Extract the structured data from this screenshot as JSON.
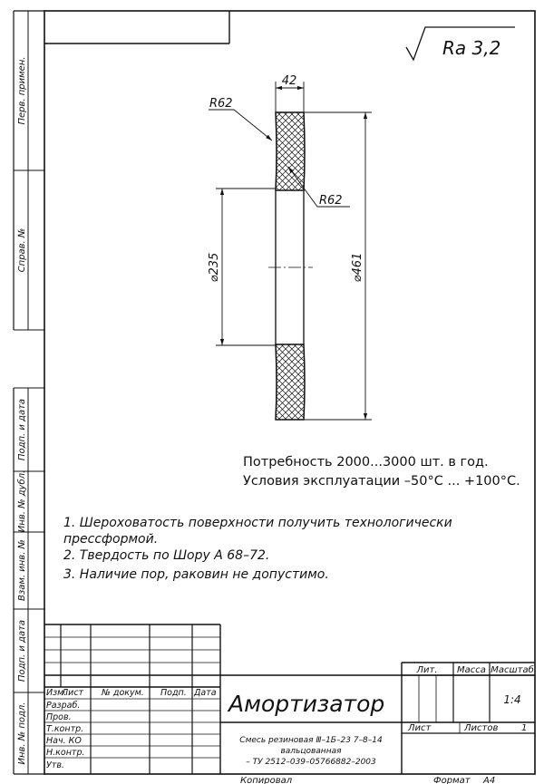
{
  "roughness": "Ra 3,2",
  "dims": {
    "width": "42",
    "radius_top": "R62",
    "radius_side": "R62",
    "inner_dia": "⌀235",
    "outer_dia": "⌀461"
  },
  "requirements": [
    "Потребность 2000...3000 шт. в год.",
    "Условия эксплуатации –50°С ... +100°С."
  ],
  "notes": [
    "1. Шероховатость поверхности получить технологически",
    "прессформой.",
    "2. Твердость по Шору А 68–72.",
    "3. Наличие пор, раковин не допустимо."
  ],
  "side_stamp": {
    "perv_primen": "Перв. примен.",
    "sprav_no": "Справ. №",
    "podp_data_1": "Подп. и дата",
    "inv_dubl": "Инв. № дубл.",
    "vzam_inv": "Взам. инв. №",
    "podp_data_2": "Подп. и дата",
    "inv_podl": "Инв. № подл."
  },
  "title_block": {
    "col_izm": "Изм.",
    "col_list": "Лист",
    "col_dokum": "№ докум.",
    "col_podp": "Подп.",
    "col_data": "Дата",
    "razrab": "Разраб.",
    "prov": "Пров.",
    "tkontr": "Т.контр.",
    "nach_ko": "Нач. КО",
    "nkontr": "Н.контр.",
    "utv": "Утв.",
    "name": "Амортизатор",
    "material_1": "Смесь резиновая Ⅲ–1Б–23 7–8–14",
    "material_2": "вальцованная",
    "material_3": "– ТУ 2512–039–05766882–2003",
    "lit": "Лит.",
    "massa": "Масса",
    "masshtab": "Масштаб",
    "scale_value": "1:4",
    "list": "Лист",
    "listov": "Листов",
    "listov_value": "1"
  },
  "footer": {
    "kopiroval": "Копировал",
    "format": "Формат",
    "format_value": "А4"
  }
}
